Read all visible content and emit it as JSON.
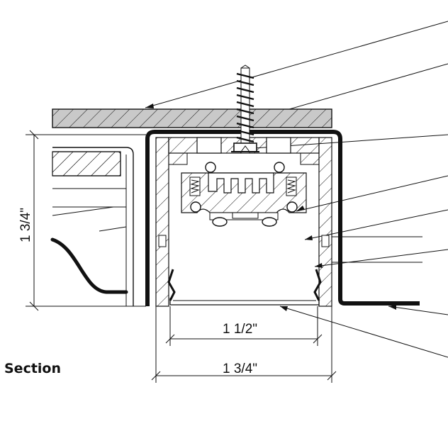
{
  "drawing": {
    "section_label": "Section",
    "dim_height": "1 3/4\"",
    "dim_inner_width": "1 1/2\"",
    "dim_outer_width": "1 3/4\""
  },
  "colors": {
    "ink": "#111111",
    "ceiling_fill": "#c9c9c9",
    "background": "#ffffff"
  }
}
